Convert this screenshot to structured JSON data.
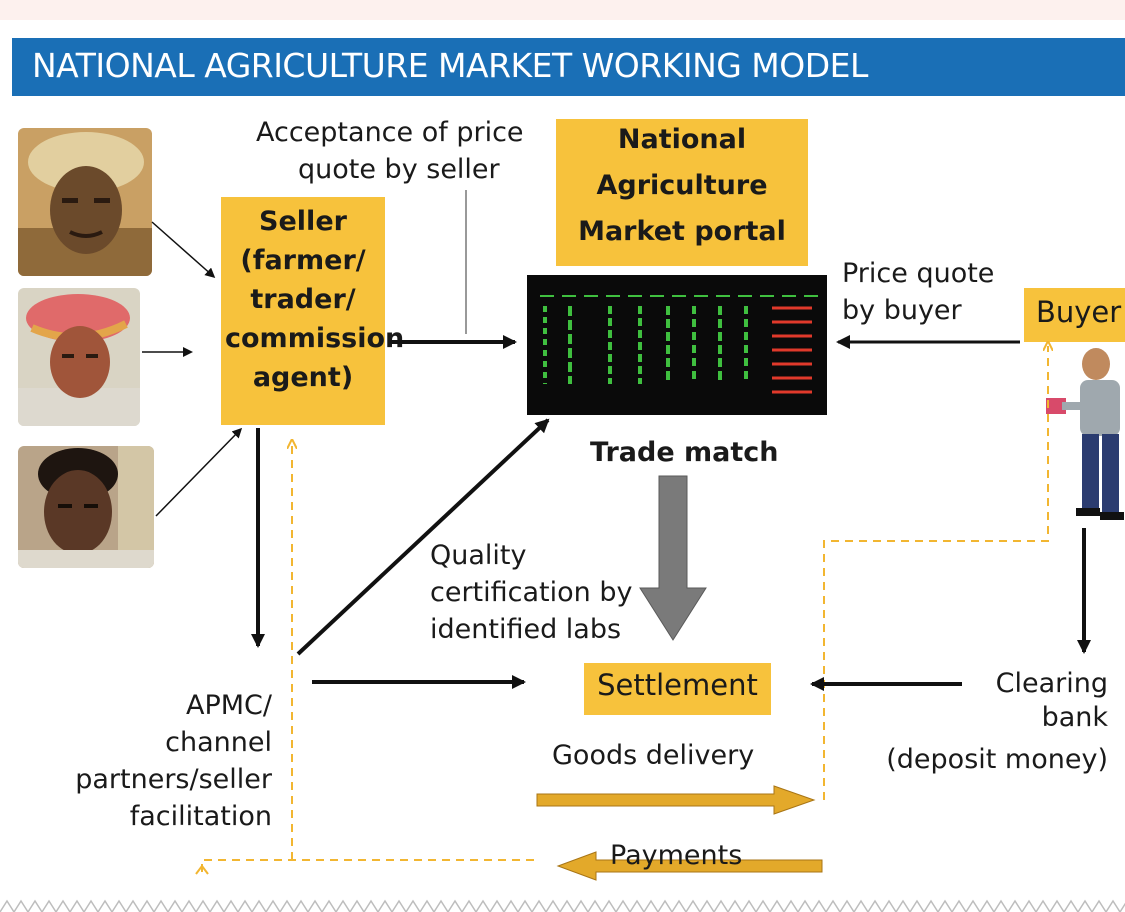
{
  "header": {
    "title": "NATIONAL AGRICULTURE MARKET WORKING MODEL"
  },
  "nodes": {
    "seller": {
      "lines": [
        "Seller",
        "(farmer/",
        "trader/",
        "commission",
        "agent)"
      ]
    },
    "portal": {
      "lines": [
        "National",
        "Agriculture",
        "Market portal"
      ]
    },
    "buyer": {
      "label": "Buyer"
    },
    "settlement": {
      "label": "Settlement"
    }
  },
  "labels": {
    "acceptance": [
      "Acceptance of price",
      "quote by seller"
    ],
    "price_quote": [
      "Price quote",
      "by buyer"
    ],
    "trade_match": "Trade match",
    "quality": [
      "Quality",
      "certification by",
      "identified labs"
    ],
    "apmc": [
      "APMC/",
      "channel",
      "partners/seller",
      "facilitation"
    ],
    "clearing": [
      "Clearing",
      "bank",
      "(deposit money)"
    ],
    "goods_delivery": "Goods delivery",
    "payments": "Payments"
  },
  "colors": {
    "banner": "#1a6fb6",
    "box": "#f7c23c",
    "arrow": "#111111",
    "dashed": "#f2b631",
    "trade_arrow": "#7a7a7a",
    "screen_green": "#3fbf3f",
    "screen_red": "#e0392b"
  }
}
